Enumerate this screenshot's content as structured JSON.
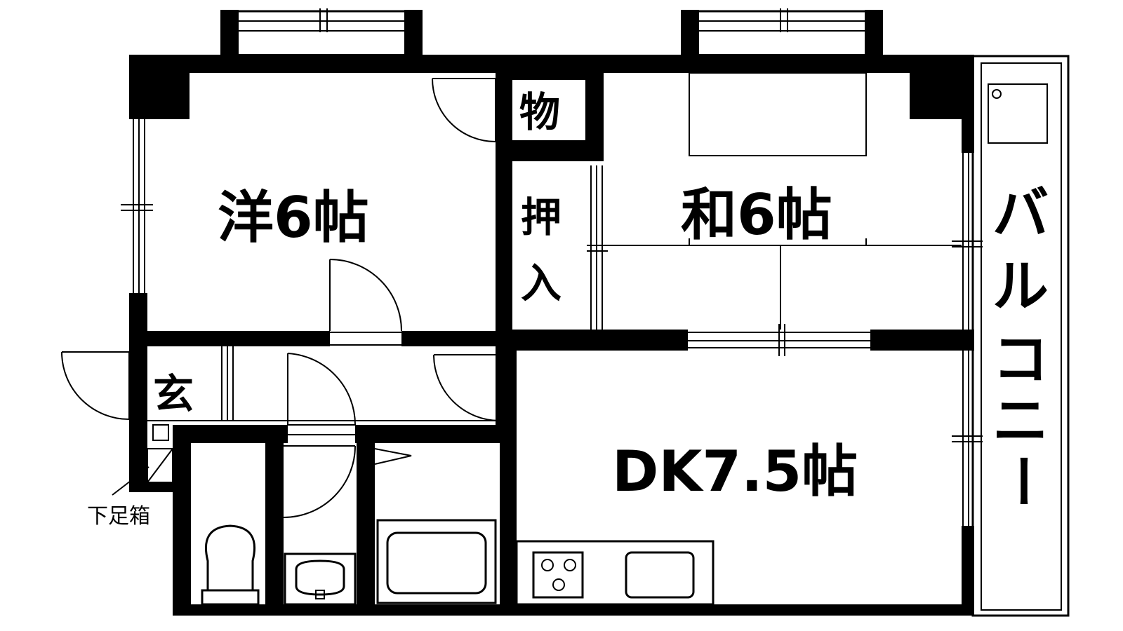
{
  "rooms": {
    "western": "洋6帖",
    "japanese": "和6帖",
    "dining_kitchen": "DK7.5帖",
    "storage": "物",
    "closet_top": "押",
    "closet_bottom": "入",
    "entrance": "玄",
    "shoe_box": "下足箱",
    "balcony": [
      "バ",
      "ル",
      "コ",
      "ニ",
      "ー"
    ]
  }
}
